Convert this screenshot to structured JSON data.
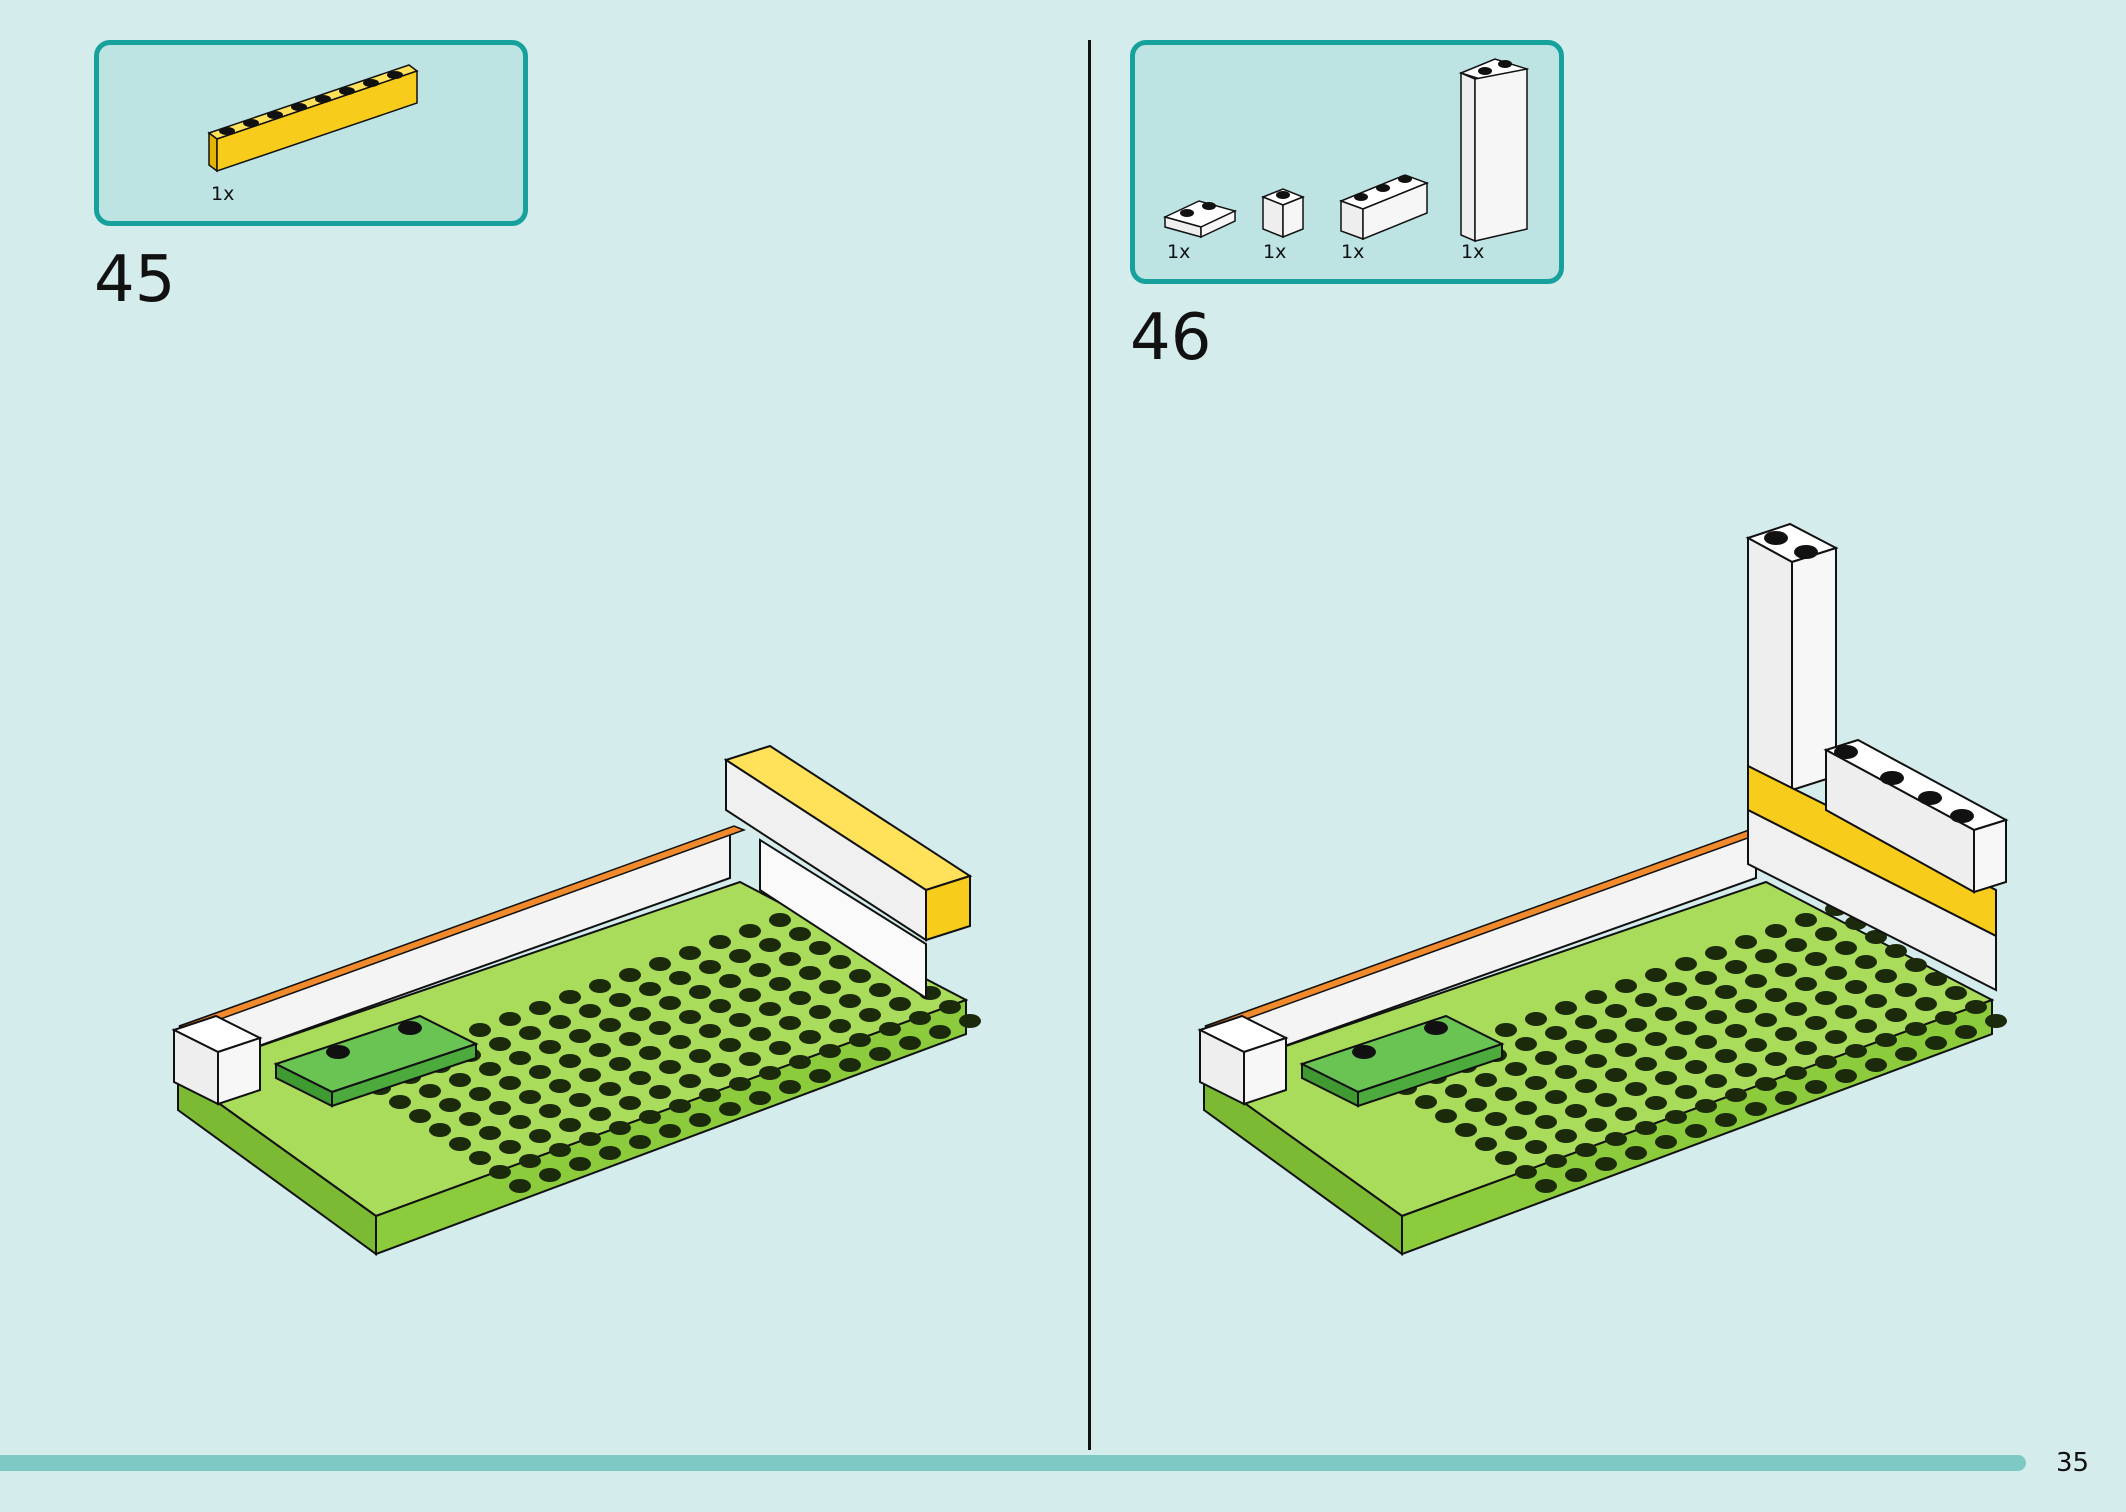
{
  "steps": [
    {
      "number": "45",
      "parts": [
        {
          "qty": "1x",
          "name": "yellow-1x8-brick"
        }
      ]
    },
    {
      "number": "46",
      "parts": [
        {
          "qty": "1x",
          "name": "white-1x2-plate"
        },
        {
          "qty": "1x",
          "name": "white-1x1-brick"
        },
        {
          "qty": "1x",
          "name": "white-1x3-brick"
        },
        {
          "qty": "1x",
          "name": "white-1x2x5-brick"
        }
      ]
    }
  ],
  "footer": {
    "page_number": "35"
  },
  "colors": {
    "background": "#d5ecec",
    "accent": "#17a19c",
    "parts_box": "#bde3e2",
    "footer_bar": "#7fc9c5",
    "plate_green": "#8ccb3c",
    "tile_green": "#5bbf4a",
    "yellow": "#f8cc1a",
    "orange": "#f08a2c",
    "white": "#ffffff"
  }
}
